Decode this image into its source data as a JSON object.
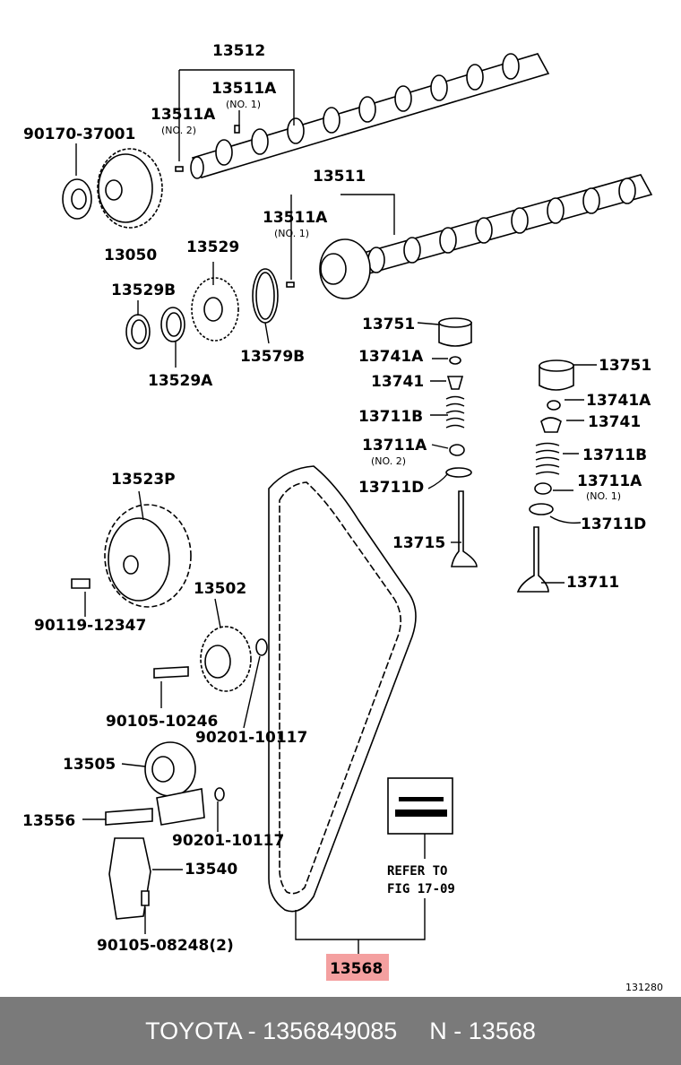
{
  "diagram": {
    "labels": {
      "camshaft_assy": "13512",
      "key_no1_top": "13511A",
      "key_no1_top_note": "(NO. 1)",
      "key_no2": "13511A",
      "key_no2_note": "(NO. 2)",
      "nut": "90170-37001",
      "vvt_gear": "13050",
      "camshaft_no2": "13511",
      "key_no1_bottom": "13511A",
      "key_no1_bottom_note": "(NO. 1)",
      "sprocket": "13529",
      "plate_b": "13529B",
      "plate_a": "13529A",
      "snap_ring": "13579B",
      "lifter_left": "13751",
      "retainer_lock_left": "13741A",
      "retainer_left": "13741",
      "spring_left": "13711B",
      "seat_no2": "13711A",
      "seat_no2_note": "(NO. 2)",
      "seal_left": "13711D",
      "exhaust_valve": "13715",
      "lifter_right": "13751",
      "retainer_lock_right": "13741A",
      "retainer_right": "13741",
      "spring_right": "13711B",
      "seat_no1": "13711A",
      "seat_no1_note": "(NO. 1)",
      "seal_right": "13711D",
      "intake_valve": "13711",
      "timing_pulley": "13523P",
      "bolt_pulley": "90119-12347",
      "idler": "13502",
      "bolt_idler": "90105-10246",
      "washer_idler": "90201-10117",
      "tensioner": "13505",
      "bolt_tensioner": "13556",
      "washer_tensioner": "90201-10117",
      "bracket": "13540",
      "bolt_bracket": "90105-08248(2)",
      "refer_line1": "REFER TO",
      "refer_line2": "FIG 17-09",
      "timing_belt": "13568",
      "figure_number": "131280"
    },
    "highlight_color": "#f4a0a0"
  },
  "footer": {
    "brand_part": "TOYOTA - 1356849085",
    "ref": "N - 13568"
  }
}
